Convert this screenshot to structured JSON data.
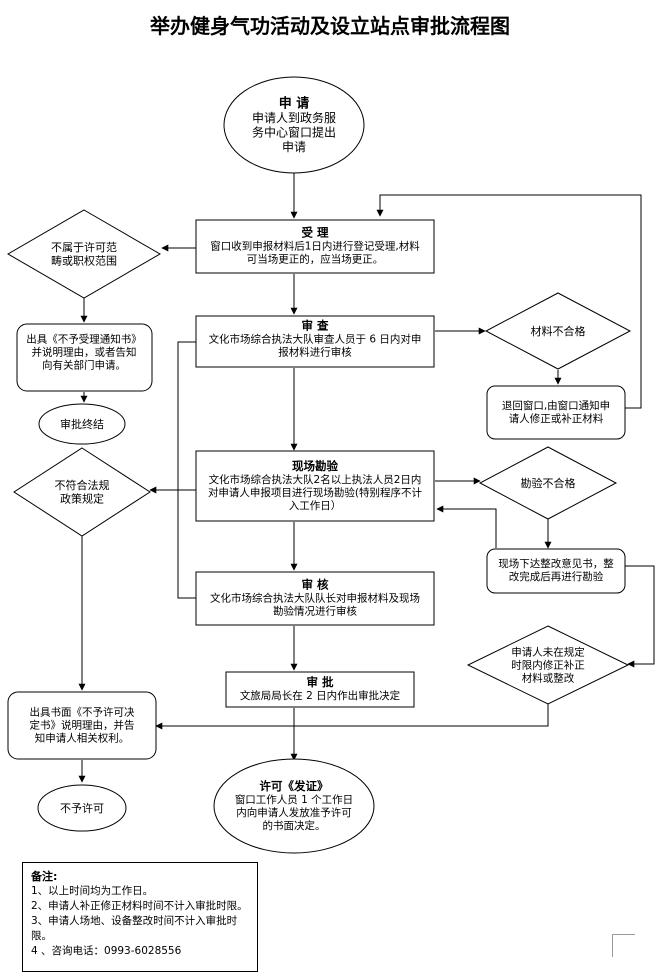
{
  "title": "举办健身气功活动及设立站点审批流程图",
  "nodes": {
    "apply": {
      "title": "申 请",
      "lines": [
        "申请人到政务服",
        "务中心窗口提出",
        "申请"
      ]
    },
    "accept": {
      "title": "受 理",
      "lines": [
        "窗口收到申报材料后1日内进行登记受理,材料",
        "可当场更正的，应当场更正。"
      ]
    },
    "not_in_scope": {
      "title": "",
      "lines": [
        "不属于许可范",
        "畴或职权范围"
      ]
    },
    "no_accept": {
      "title": "",
      "lines": [
        "出具《不予受理通知书》",
        "并说明理由，或者告知",
        "向有关部门申请。"
      ]
    },
    "review_end": {
      "title": "",
      "lines": [
        "审批终结"
      ]
    },
    "review": {
      "title": "审 查",
      "lines": [
        "文化市场综合执法大队审查人员于 6 日内对申",
        "报材料进行审核"
      ]
    },
    "material_fail": {
      "title": "",
      "lines": [
        "材料不合格"
      ]
    },
    "return_window": {
      "title": "",
      "lines": [
        "退回窗口,由窗口通知申",
        "请人修正或补正材料"
      ]
    },
    "inspect": {
      "title": "现场勘验",
      "lines": [
        "文化市场综合执法大队2名以上执法人员2日内",
        "对申请人申报项目进行现场勘验(特别程序不计",
        "入工作日）"
      ]
    },
    "inspect_fail": {
      "title": "",
      "lines": [
        "勘验不合格"
      ]
    },
    "rectify": {
      "title": "",
      "lines": [
        "现场下达整改意见书，整",
        "改完成后再进行勘验"
      ]
    },
    "not_legal": {
      "title": "",
      "lines": [
        "不符合法规",
        "政策规定"
      ]
    },
    "check": {
      "title": "审 核",
      "lines": [
        "文化市场综合执法大队队长对申报材料及现场",
        "勘验情况进行审核"
      ]
    },
    "approve": {
      "title": "审 批",
      "lines": [
        "文旅局局长在 2 日内作出审批决定"
      ]
    },
    "overdue": {
      "title": "",
      "lines": [
        "申请人未在规定",
        "时限内修正补正",
        "材料或整改"
      ]
    },
    "reject_doc": {
      "title": "",
      "lines": [
        "出具书面《不予许可决",
        "定书》说明理由，并告",
        "知申请人相关权利。"
      ]
    },
    "reject": {
      "title": "",
      "lines": [
        "不予许可"
      ]
    },
    "permit": {
      "title": "许可《发证》",
      "lines": [
        "窗口工作人员 1 个工作日",
        "内向申请人发放准予许可",
        "的书面决定。"
      ]
    }
  },
  "notes": {
    "title": "备注:",
    "items": [
      "1、以上时间均为工作日。",
      "2、申请人补正修正材料时间不计入审批时限。",
      "3、申请人场地、设备整改时间不计入审批时限。",
      "4 、咨询电话：0993-6028556"
    ]
  }
}
